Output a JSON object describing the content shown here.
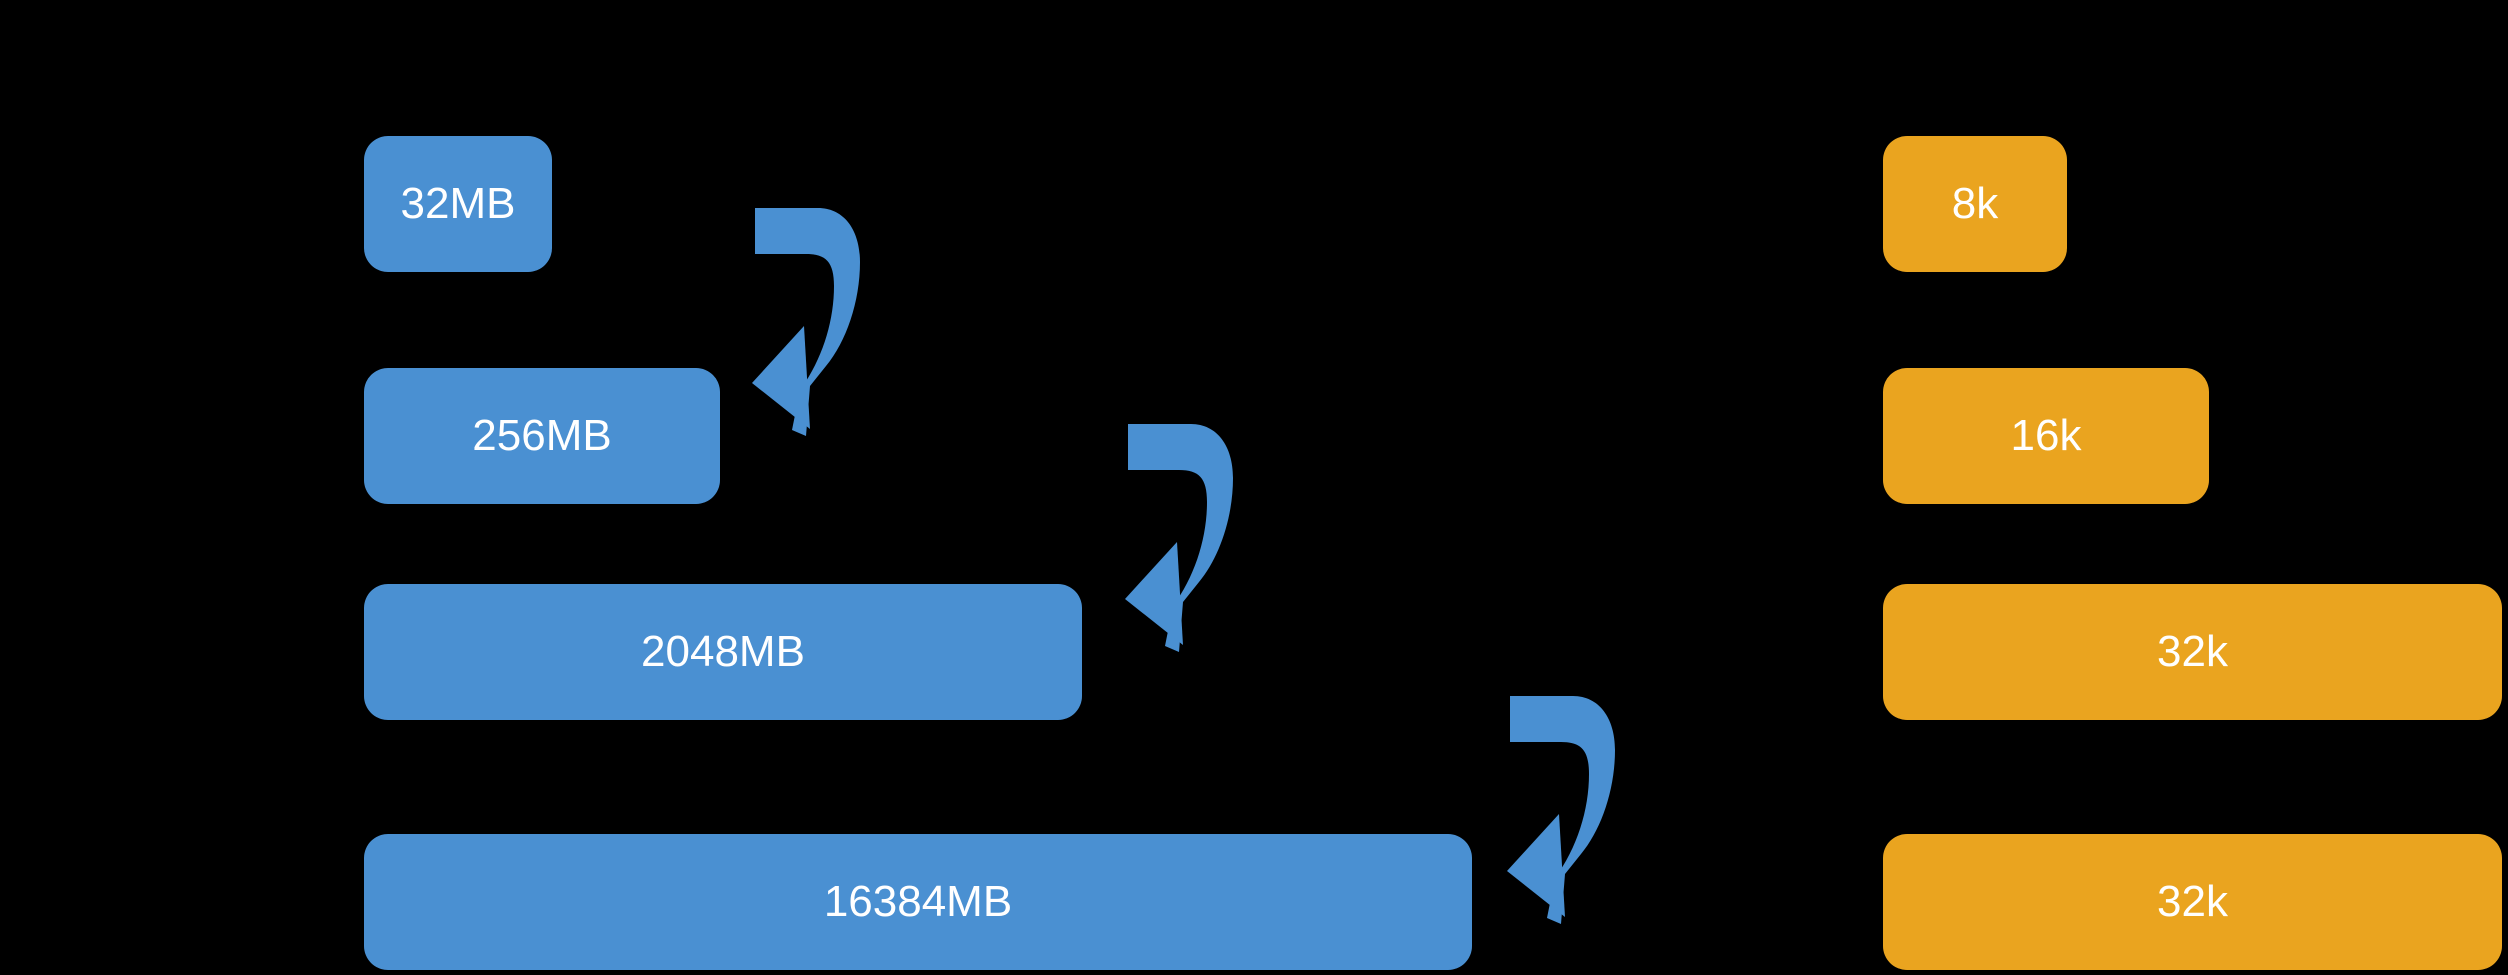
{
  "canvas": {
    "background_color": "#000000"
  },
  "diagram": {
    "memory_sequence": {
      "color": "#4A90D2",
      "text_color": "#FFFFFF",
      "items": [
        {
          "label": "32MB"
        },
        {
          "label": "256MB"
        },
        {
          "label": "2048MB"
        },
        {
          "label": "16384MB"
        }
      ]
    },
    "context_sequence": {
      "color": "#EAA41F",
      "text_color": "#FFFFFF",
      "items": [
        {
          "label": "8k"
        },
        {
          "label": "16k"
        },
        {
          "label": "32k"
        },
        {
          "label": "32k"
        }
      ]
    },
    "arrow": {
      "color": "#4A90D2"
    }
  }
}
